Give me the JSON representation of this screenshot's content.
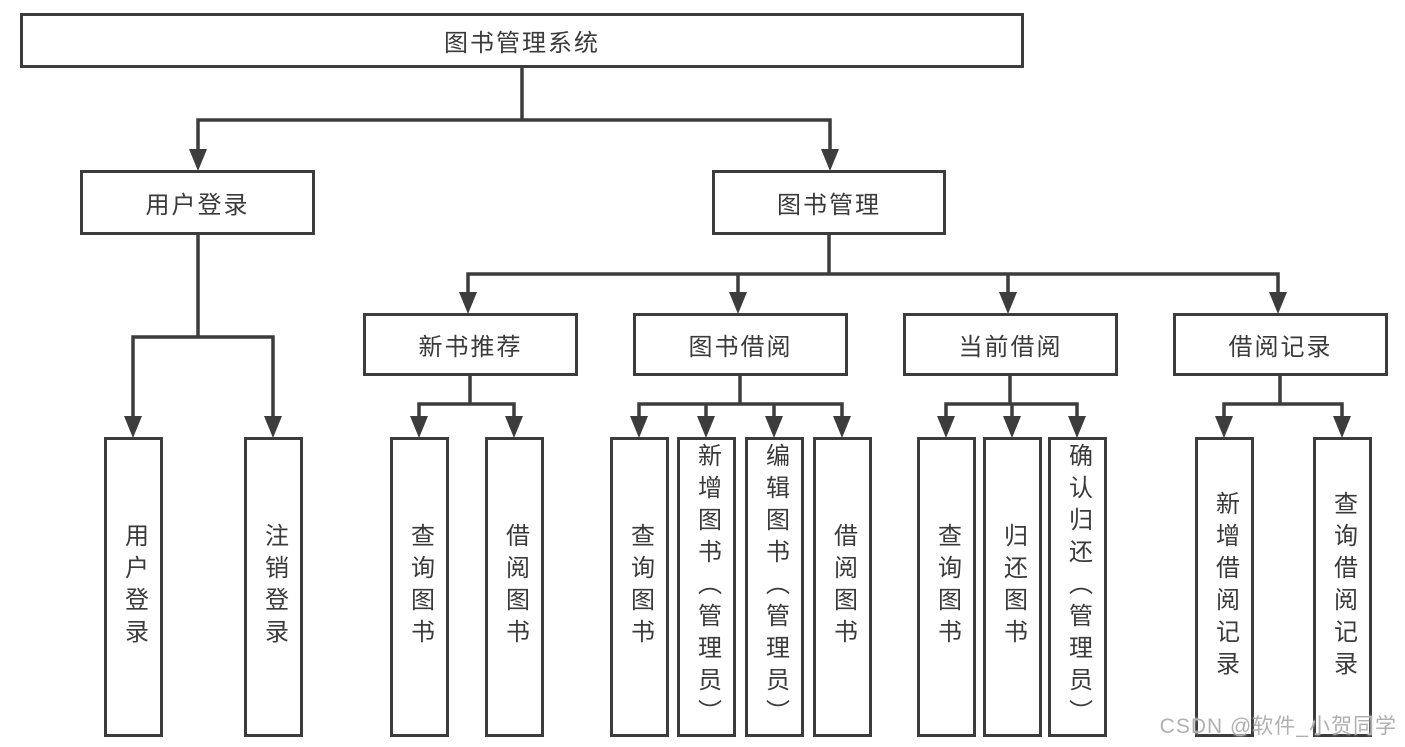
{
  "diagram": {
    "title_node": {
      "label": "图书管理系统"
    },
    "branches": [
      {
        "label": "用户登录",
        "children": [
          {
            "label": "用户登录"
          },
          {
            "label": "注销登录"
          }
        ]
      },
      {
        "label": "图书管理",
        "children": [
          {
            "label": "新书推荐",
            "children": [
              {
                "label": "查询图书"
              },
              {
                "label": "借阅图书"
              }
            ]
          },
          {
            "label": "图书借阅",
            "children": [
              {
                "label": "查询图书"
              },
              {
                "label": "新增图书（管理员）"
              },
              {
                "label": "编辑图书（管理员）"
              },
              {
                "label": "借阅图书"
              }
            ]
          },
          {
            "label": "当前借阅",
            "children": [
              {
                "label": "查询图书"
              },
              {
                "label": "归还图书"
              },
              {
                "label": "确认归还（管理员）"
              }
            ]
          },
          {
            "label": "借阅记录",
            "children": [
              {
                "label": "新增借阅记录"
              },
              {
                "label": "查询借阅记录"
              }
            ]
          }
        ]
      }
    ]
  },
  "watermark": {
    "text": "CSDN @软件_小贺同学"
  },
  "colors": {
    "line": "#3c3c3c",
    "text": "#3a3a3a",
    "background": "#ffffff",
    "watermark": "#b0b0b0"
  }
}
